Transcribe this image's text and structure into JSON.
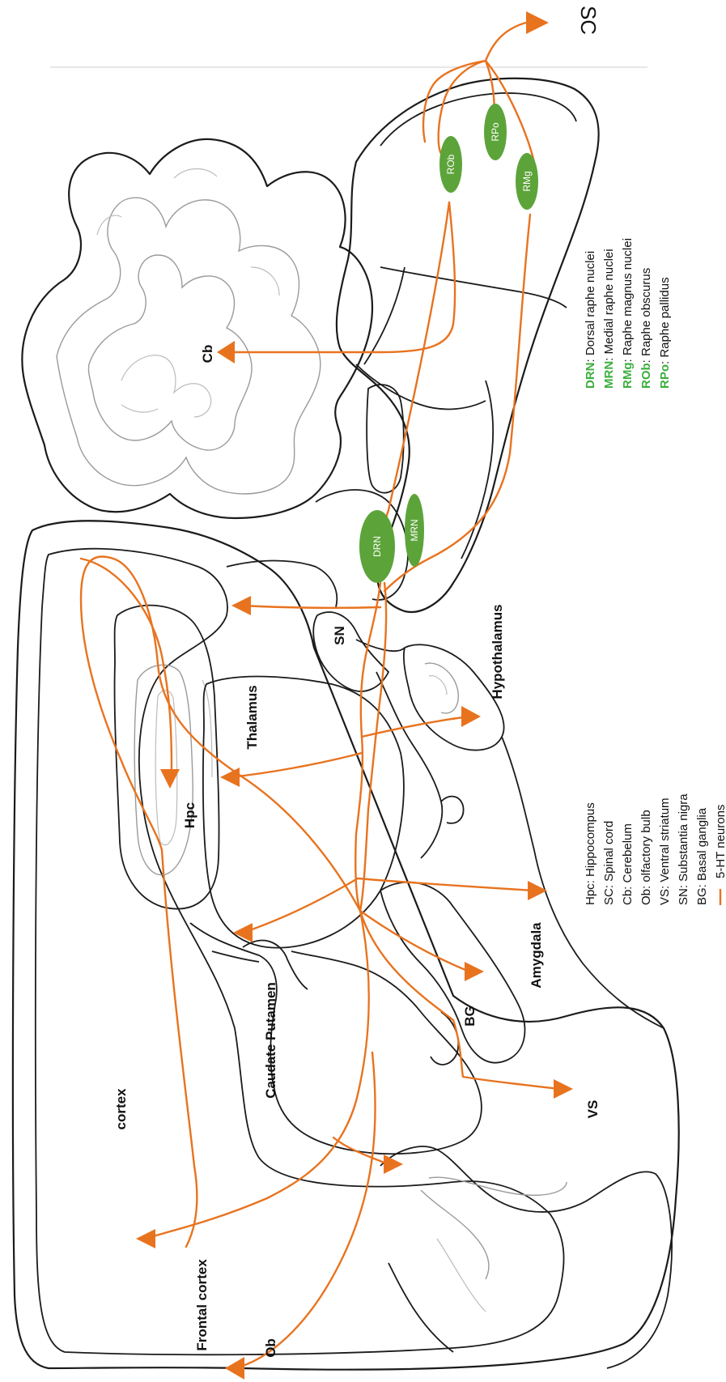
{
  "regions": {
    "frontal_cortex": "Frontal cortex",
    "ob": "Ob",
    "cortex": "cortex",
    "caudate_putamen": "Caudate Putamen",
    "hpc": "Hpc",
    "thalamus": "Thalamus",
    "bg": "BG",
    "amygdala": "Amygdala",
    "vs": "VS",
    "sn": "SN",
    "hypothalamus": "Hypothalamus",
    "cb": "Cb",
    "sc": "SC"
  },
  "nuclei": {
    "drn": "DRN",
    "mrn": "MRN",
    "rob": "ROb",
    "rpo": "RPo",
    "rmg": "RMg"
  },
  "abbrev_legend": [
    "Hpc: Hippocompus",
    "SC: Spinal cord",
    "Cb: Cerebelum",
    "Ob: olfactory bulb",
    "VS: Ventral striatum",
    "SN: Substantia nigra",
    "BG: Basal ganglia"
  ],
  "fiber_legend": "5-HT neurons",
  "raphe_legend": [
    {
      "key": "DRN",
      "desc": ": Dorsal raphe nuclei"
    },
    {
      "key": "MRN",
      "desc": ": Medial raphe nuclei"
    },
    {
      "key": "RMg",
      "desc": ": Raphe magnus nuclei"
    },
    {
      "key": "ROb",
      "desc": ": Raphe obscurus"
    },
    {
      "key": "RPo",
      "desc": ": Raphe pallidus"
    }
  ],
  "colors": {
    "fiber": "#e8731f",
    "nucleus": "#5ca43a",
    "legend_key": "#3cae3c"
  }
}
